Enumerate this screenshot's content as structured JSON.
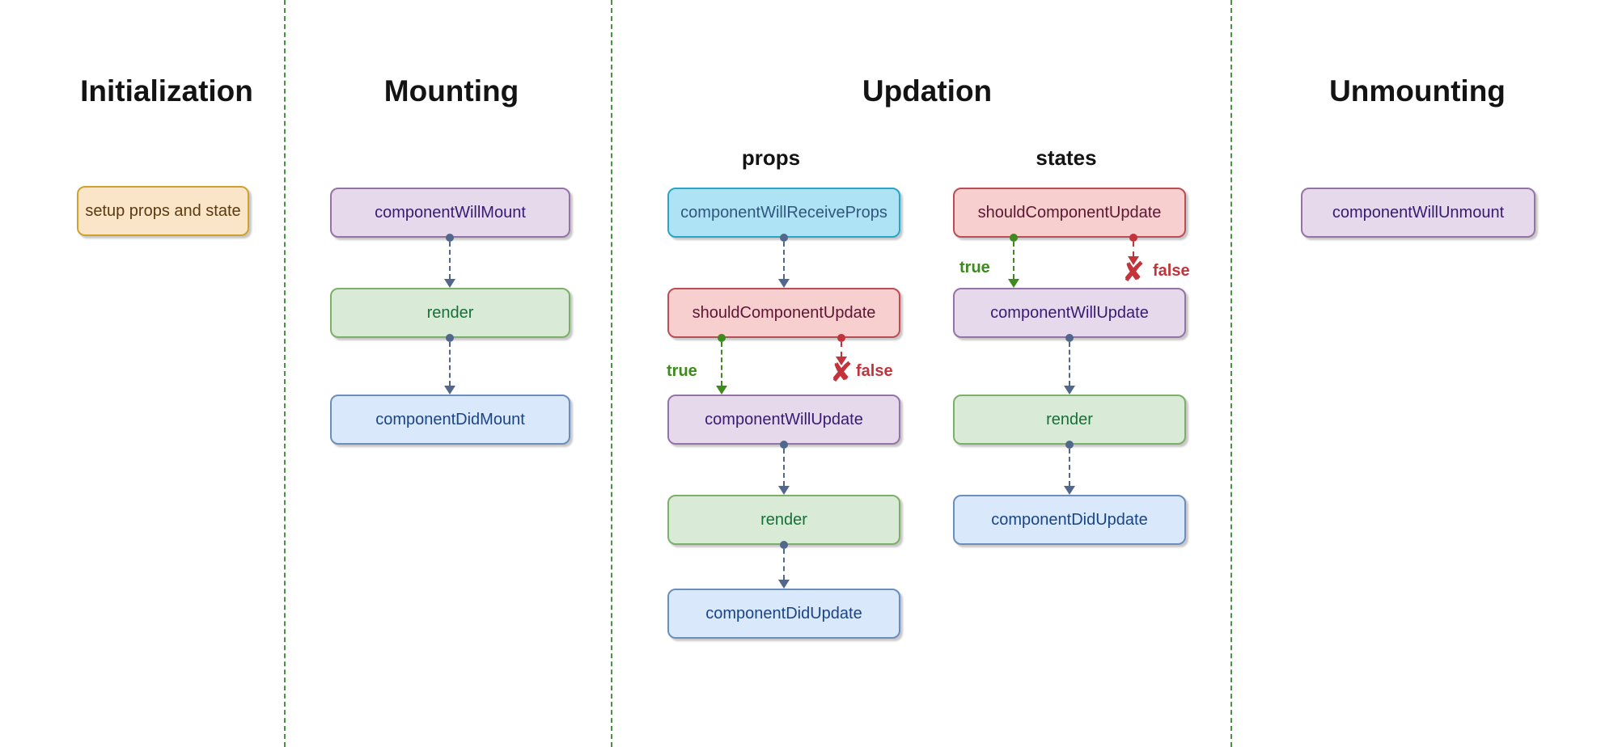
{
  "titles": {
    "initialization": "Initialization",
    "mounting": "Mounting",
    "updation": "Updation",
    "unmounting": "Unmounting"
  },
  "subtitles": {
    "props": "props",
    "states": "states"
  },
  "nodes": {
    "setup": "setup props and state",
    "componentWillMount": "componentWillMount",
    "render": "render",
    "componentDidMount": "componentDidMount",
    "componentWillReceiveProps": "componentWillReceiveProps",
    "shouldComponentUpdate": "shouldComponentUpdate",
    "componentWillUpdate": "componentWillUpdate",
    "componentDidUpdate": "componentDidUpdate",
    "componentWillUnmount": "componentWillUnmount"
  },
  "branch": {
    "true": "true",
    "false": "false"
  },
  "icons": {
    "false_cross": "✘"
  },
  "colors": {
    "heading": "#131313",
    "separator_green": "#4C9145",
    "connector": "#52678C",
    "true_green": "#3E8A1F",
    "false_red": "#C2333C",
    "orange_fill": "#FBE5C8",
    "orange_stroke": "#CFA22F",
    "orange_text": "#5B3A10",
    "purple_fill": "#E6D9EC",
    "purple_stroke": "#9673A6",
    "purple_text": "#3A1A70",
    "green_fill": "#D9EAD6",
    "green_stroke": "#7CB068",
    "green_text": "#17703A",
    "blue_fill": "#DAE8FC",
    "blue_stroke": "#6C8EBF",
    "blue_text": "#1A4585",
    "cyan_fill": "#AEE3F6",
    "cyan_stroke": "#2AA5C5",
    "cyan_text": "#31567D",
    "red_fill": "#F7CFCE",
    "red_stroke": "#BB4D55",
    "red_text": "#5C1634"
  }
}
